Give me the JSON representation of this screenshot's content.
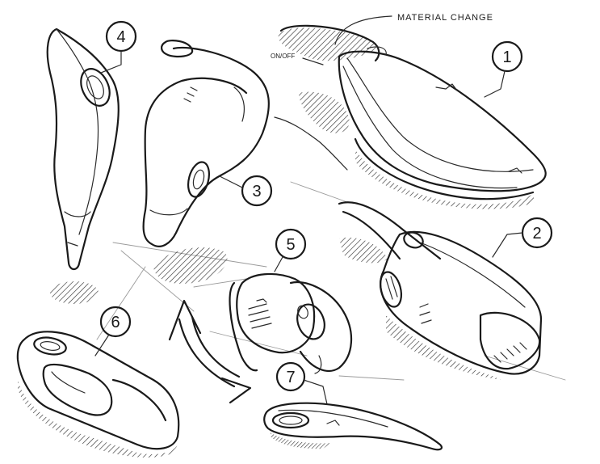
{
  "annotations": {
    "material_change": "MATERIAL CHANGE",
    "on_off": "ON/OFF"
  },
  "callouts": [
    "1",
    "2",
    "3",
    "4",
    "5",
    "6",
    "7"
  ],
  "colors": {
    "ink": "#1a1a1a",
    "paper": "#ffffff",
    "hatch": "#333333"
  }
}
